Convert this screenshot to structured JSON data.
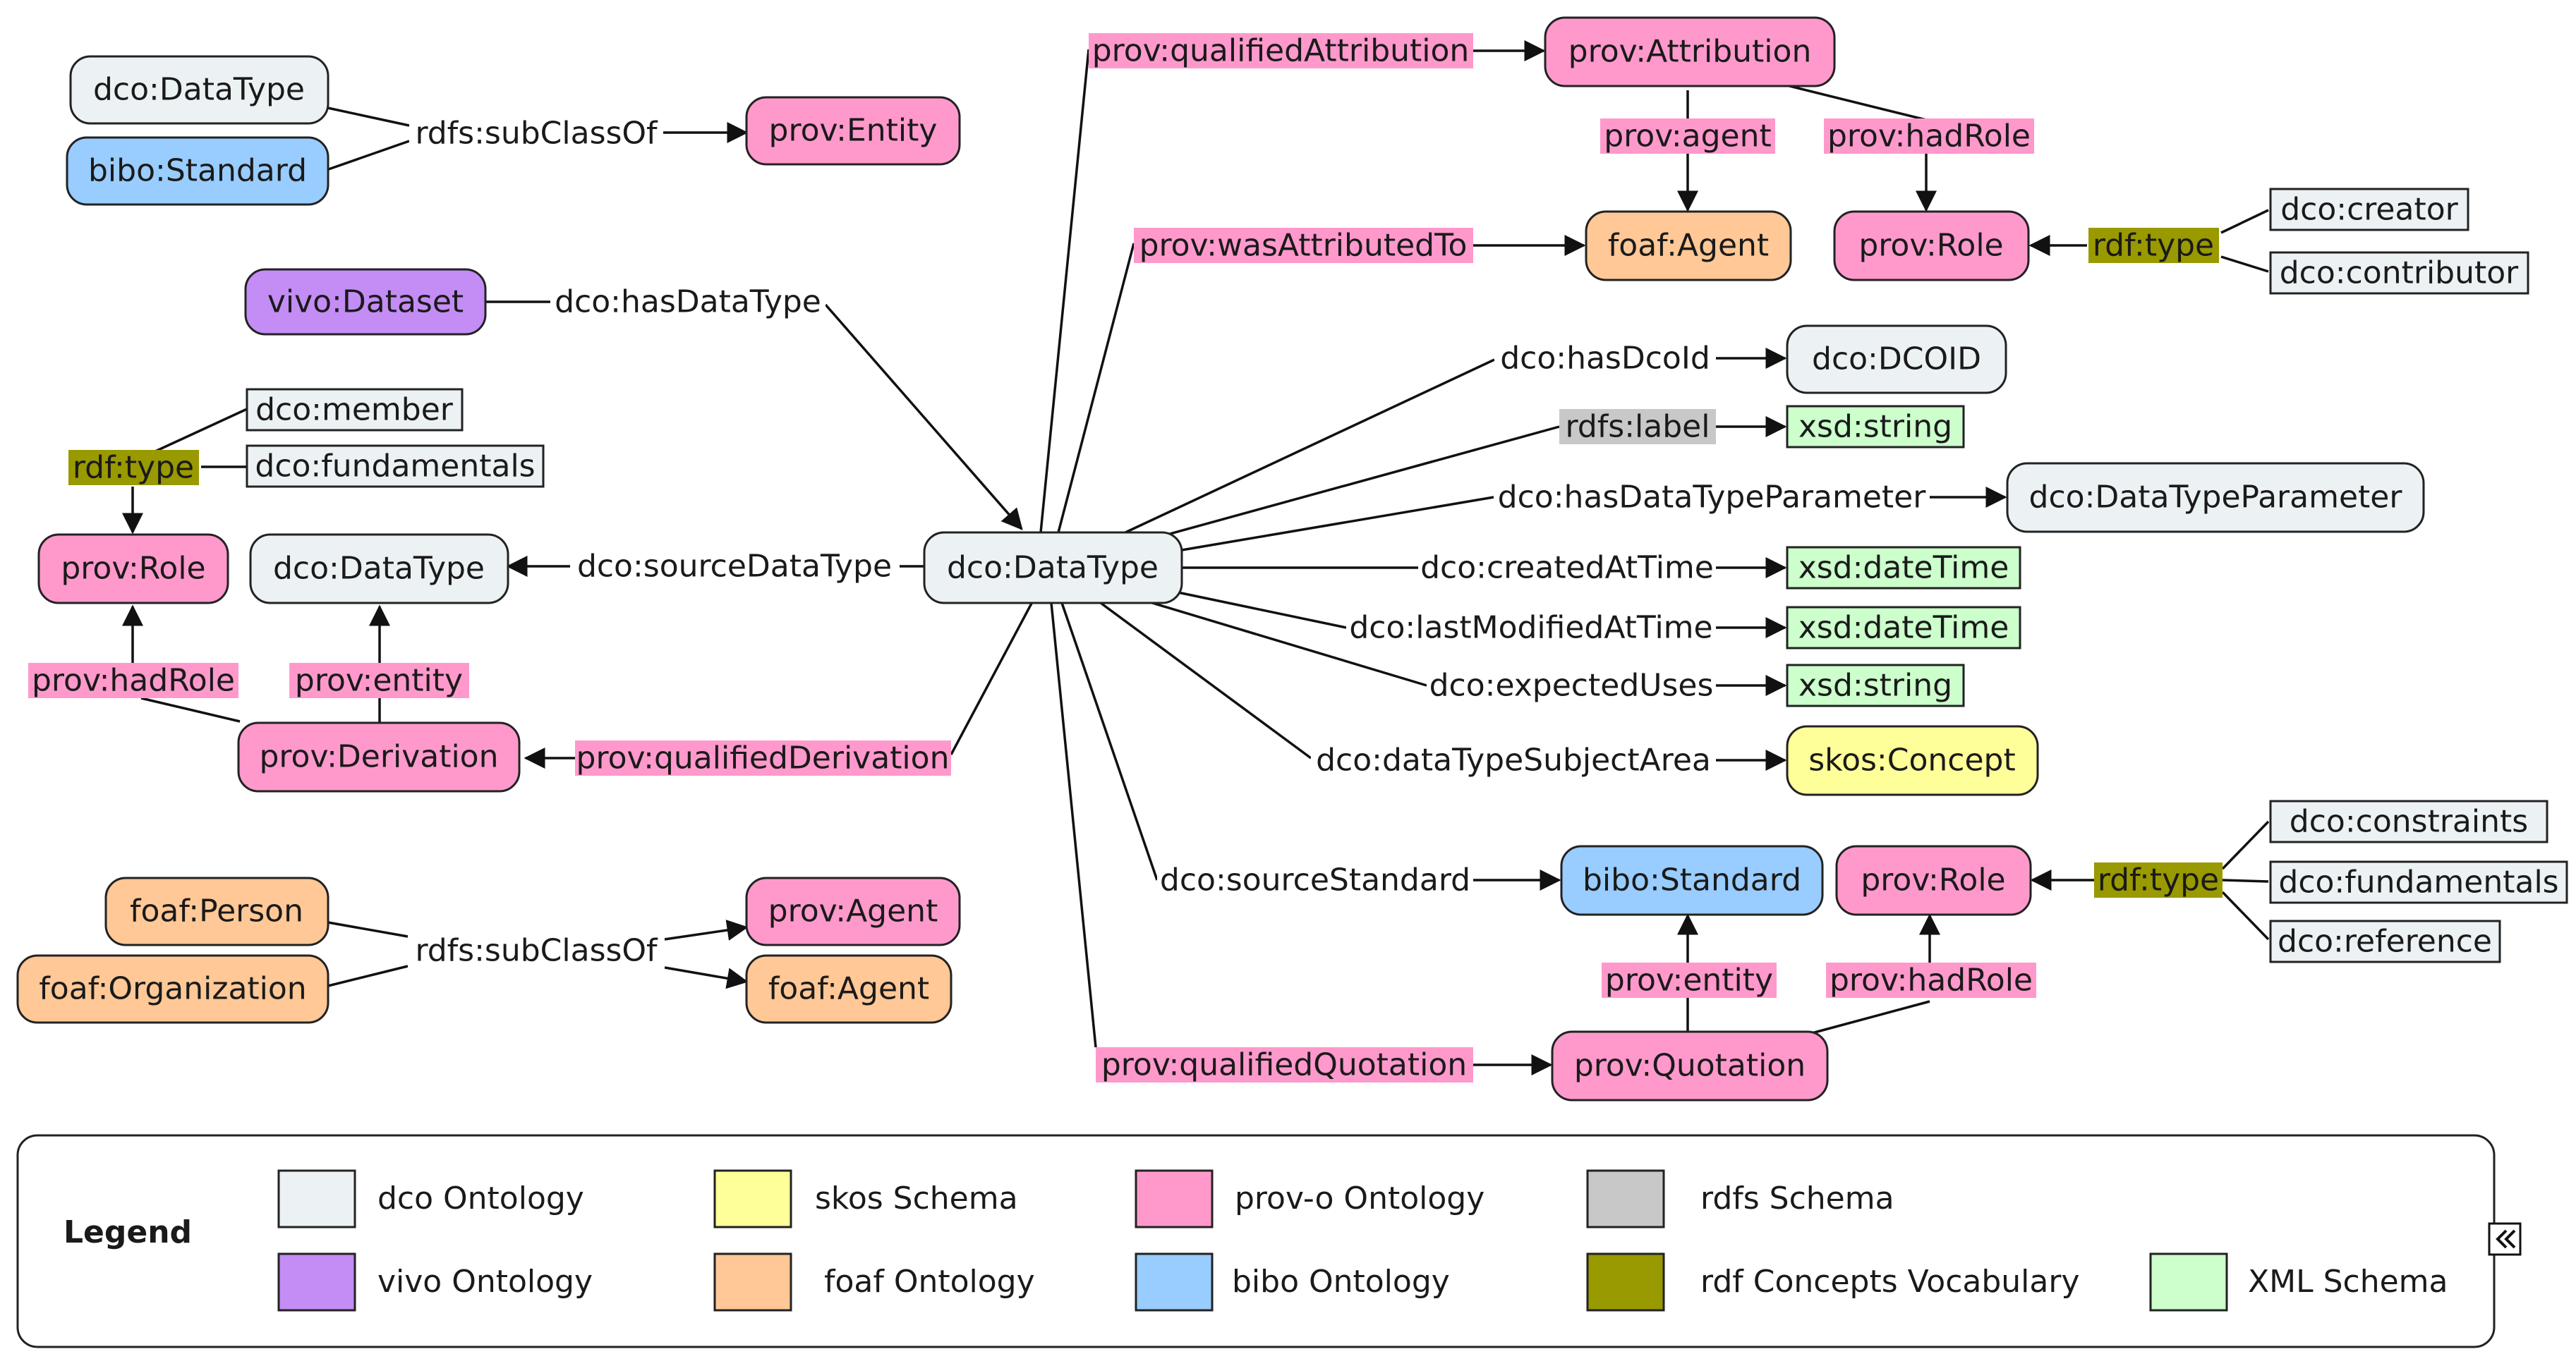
{
  "colors": {
    "dco": "#ecf1f4",
    "skos": "#ffff99",
    "prov": "#ff99cc",
    "rdfs": "#c8c8c8",
    "vivo": "#c48cf5",
    "foaf": "#ffc896",
    "bibo": "#99ccff",
    "rdf": "#999900",
    "xsd": "#ccffcc",
    "white": "#ffffff"
  },
  "nodes": {
    "dco_datatype_top": "dco:DataType",
    "bibo_standard_top": "bibo:Standard",
    "prov_entity": "prov:Entity",
    "vivo_dataset": "vivo:Dataset",
    "dco_member": "dco:member",
    "dco_fundamentals_left": "dco:fundamentals",
    "prov_role_left": "prov:Role",
    "dco_datatype_left": "dco:DataType",
    "prov_derivation": "prov:Derivation",
    "foaf_person": "foaf:Person",
    "foaf_organization": "foaf:Organization",
    "prov_agent": "prov:Agent",
    "foaf_agent_bottom": "foaf:Agent",
    "dco_datatype_center": "dco:DataType",
    "prov_attribution": "prov:Attribution",
    "foaf_agent_top": "foaf:Agent",
    "prov_role_top": "prov:Role",
    "dco_creator": "dco:creator",
    "dco_contributor": "dco:contributor",
    "dco_dcoid": "dco:DCOID",
    "xsd_string_1": "xsd:string",
    "dco_datatypeparameter": "dco:DataTypeParameter",
    "xsd_datetime_1": "xsd:dateTime",
    "xsd_datetime_2": "xsd:dateTime",
    "xsd_string_2": "xsd:string",
    "skos_concept": "skos:Concept",
    "bibo_standard_bottom": "bibo:Standard",
    "prov_role_bottom": "prov:Role",
    "dco_constraints": "dco:constraints",
    "dco_fundamentals_right": "dco:fundamentals",
    "dco_reference": "dco:reference",
    "prov_quotation": "prov:Quotation"
  },
  "edge_labels": {
    "rdfs_subclassof_top": "rdfs:subClassOf",
    "dco_hasdatatype": "dco:hasDataType",
    "rdf_type_left": "rdf:type",
    "dco_sourcedatatype": "dco:sourceDataType",
    "prov_hadrole_left": "prov:hadRole",
    "prov_entity_left": "prov:entity",
    "prov_qualifiedderivation": "prov:qualifiedDerivation",
    "rdfs_subclassof_bottom": "rdfs:subClassOf",
    "prov_qualifiedattribution": "prov:qualifiedAttribution",
    "prov_agent_label": "prov:agent",
    "prov_hadrole_top": "prov:hadRole",
    "prov_wasattributedto": "prov:wasAttributedTo",
    "rdf_type_top": "rdf:type",
    "dco_hasdcoid": "dco:hasDcoId",
    "rdfs_label": "rdfs:label",
    "dco_hasdatatypeparameter": "dco:hasDataTypeParameter",
    "dco_createdattime": "dco:createdAtTime",
    "dco_lastmodifiedattime": "dco:lastModifiedAtTime",
    "dco_expecteduses": "dco:expectedUses",
    "dco_datatypesubjectarea": "dco:dataTypeSubjectArea",
    "dco_sourcestandard": "dco:sourceStandard",
    "rdf_type_bottom": "rdf:type",
    "prov_entity_bottom": "prov:entity",
    "prov_hadrole_bottom": "prov:hadRole",
    "prov_qualifiedquotation": "prov:qualifiedQuotation"
  },
  "legend": {
    "title": "Legend",
    "items": [
      {
        "label": "dco Ontology",
        "color": "#ecf1f4"
      },
      {
        "label": "skos Schema",
        "color": "#ffff99"
      },
      {
        "label": "prov-o Ontology",
        "color": "#ff99cc"
      },
      {
        "label": "rdfs Schema",
        "color": "#c8c8c8"
      },
      {
        "label": "vivo Ontology",
        "color": "#c48cf5"
      },
      {
        "label": "foaf Ontology",
        "color": "#ffc896"
      },
      {
        "label": "bibo Ontology",
        "color": "#99ccff"
      },
      {
        "label": "rdf Concepts Vocabulary",
        "color": "#999900"
      },
      {
        "label": "XML Schema",
        "color": "#ccffcc"
      }
    ],
    "collapse_icon": "double-chevron-left-icon"
  }
}
